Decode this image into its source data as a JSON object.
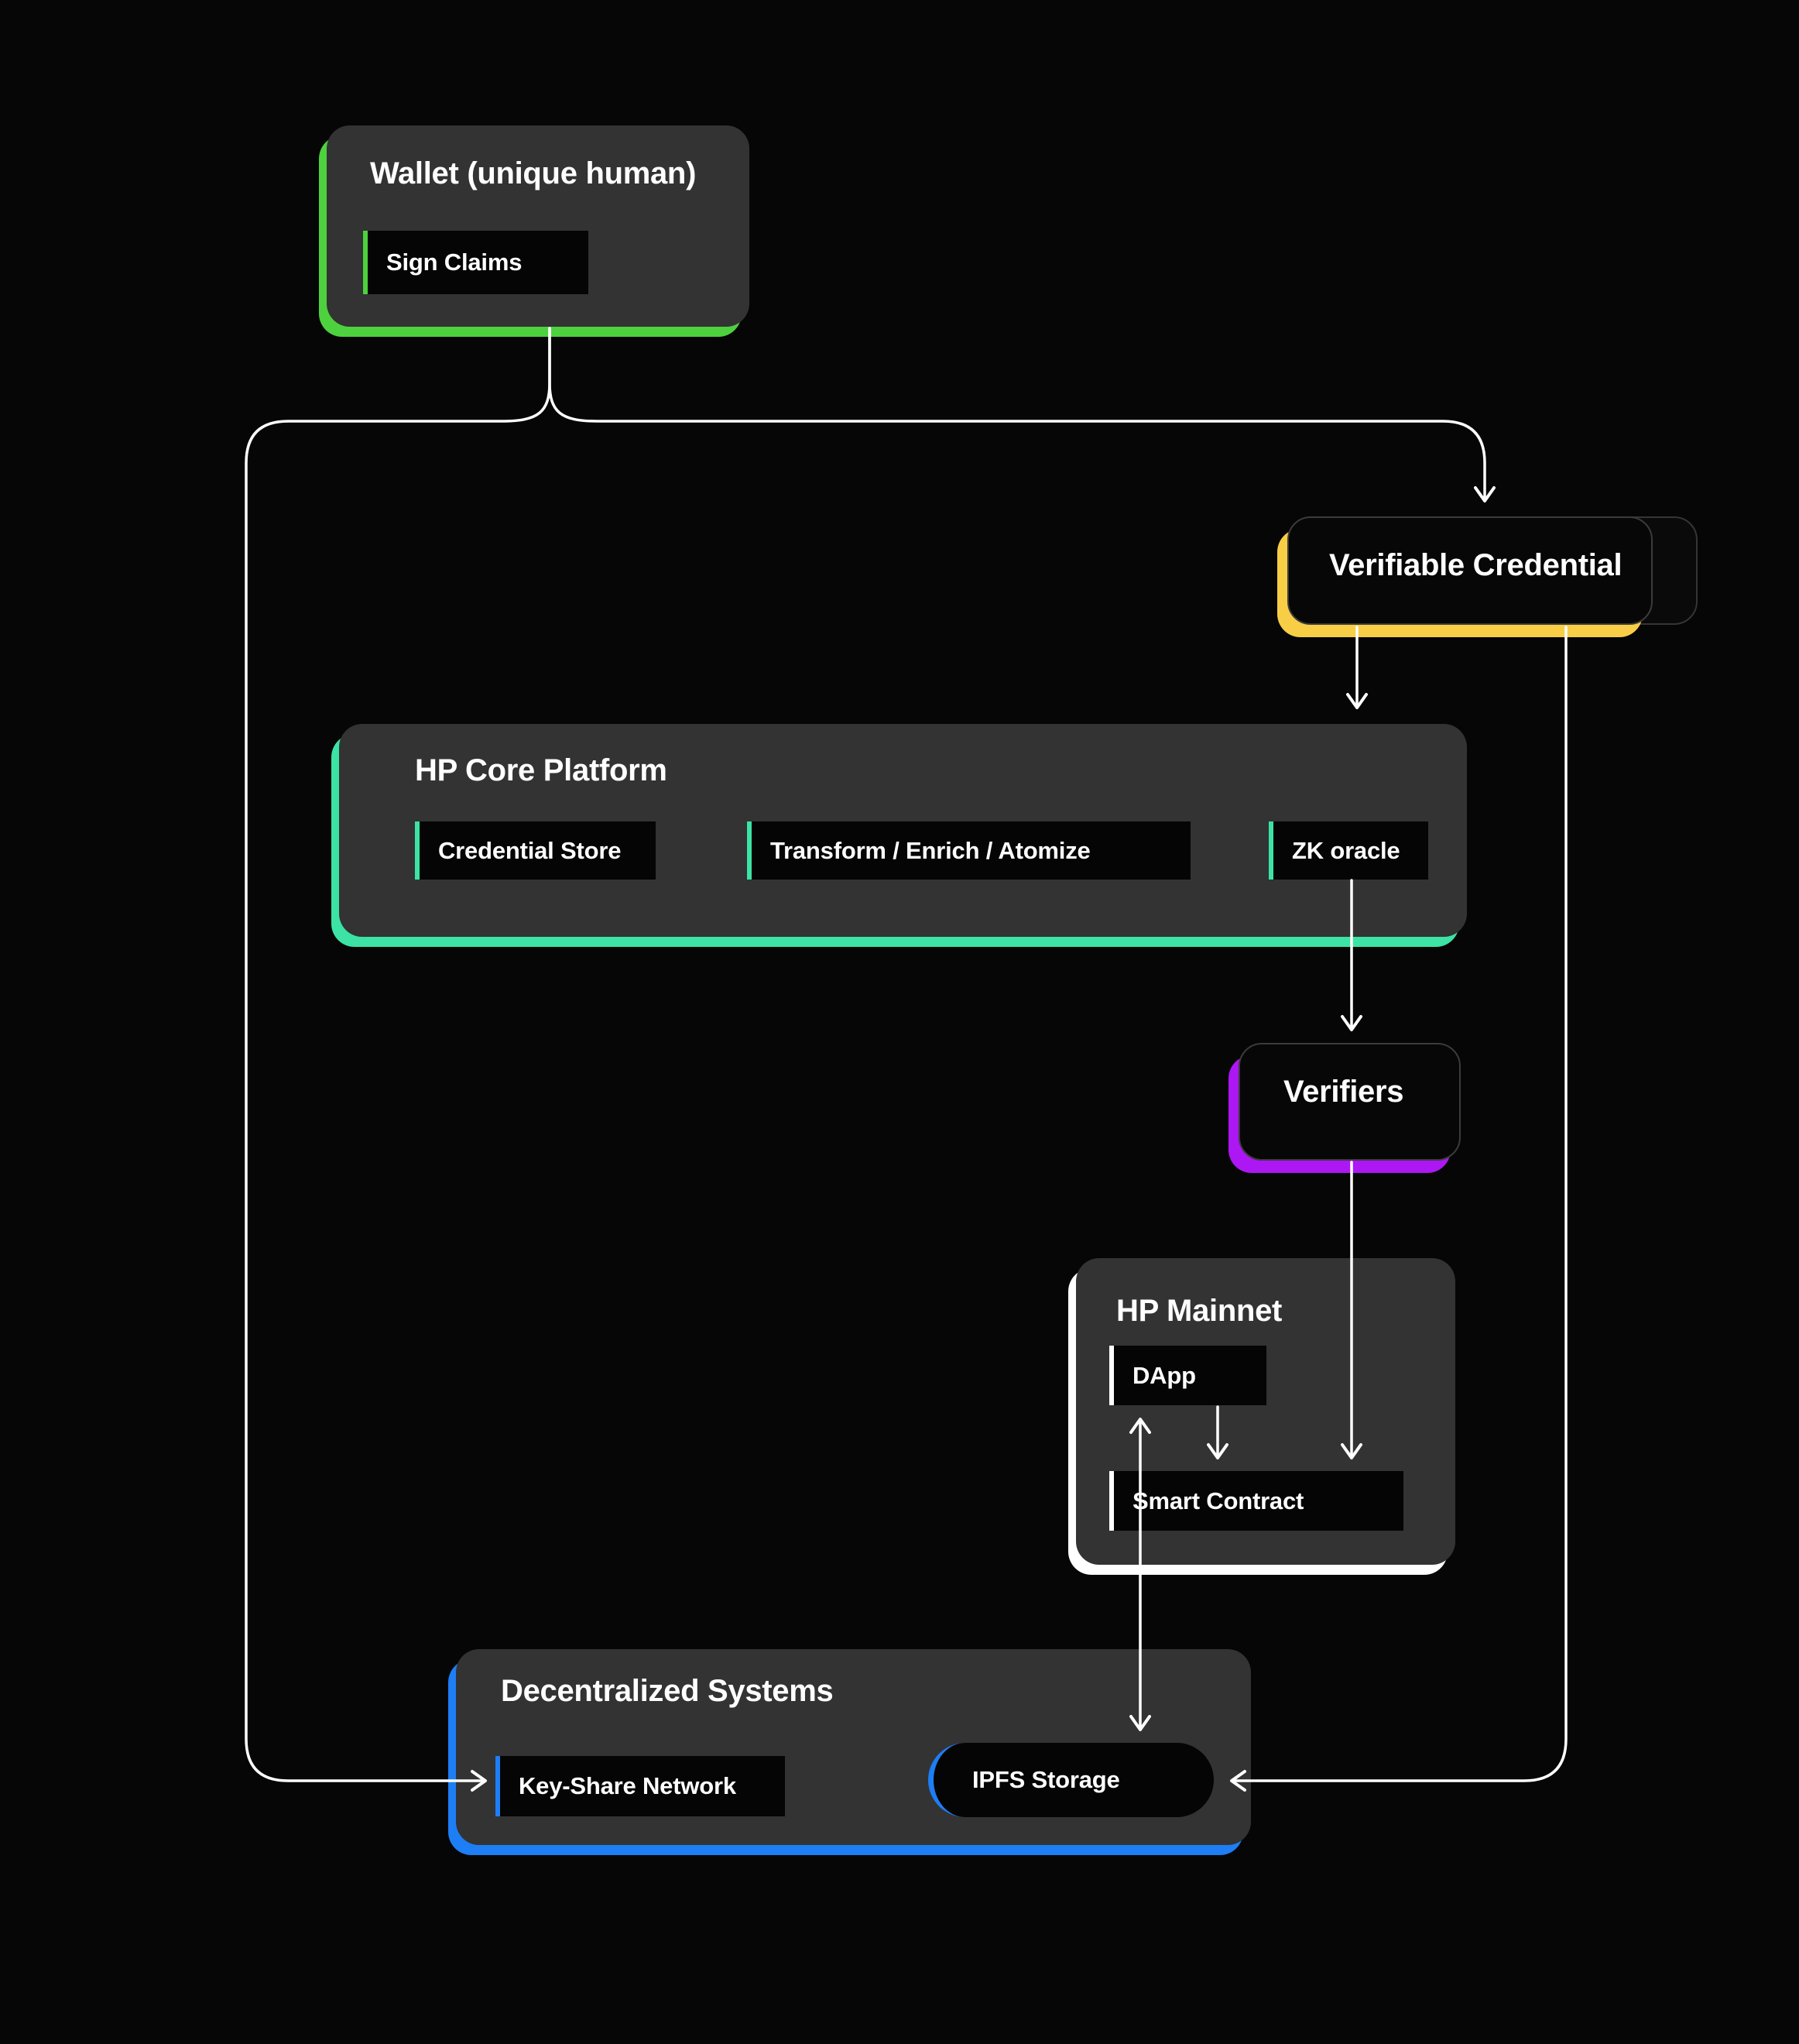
{
  "diagram": {
    "background": "#060606",
    "line_color": "#ffffff",
    "nodes": {
      "wallet": {
        "title": "Wallet (unique human)",
        "accent": "#4ed13e",
        "items": [
          {
            "label": "Sign Claims"
          }
        ]
      },
      "verifiable_credential": {
        "title": "Verifiable Credential",
        "accent": "#f8ce46"
      },
      "hp_core_platform": {
        "title": "HP Core Platform",
        "accent": "#3ce3a4",
        "items": [
          {
            "label": "Credential Store"
          },
          {
            "label": "Transform / Enrich / Atomize"
          },
          {
            "label": "ZK oracle"
          }
        ]
      },
      "verifiers": {
        "title": "Verifiers",
        "accent": "#ad17f4"
      },
      "hp_mainnet": {
        "title": "HP Mainnet",
        "accent": "#ffffff",
        "items": [
          {
            "label": "DApp"
          },
          {
            "label": "Smart Contract"
          }
        ]
      },
      "decentralized_systems": {
        "title": "Decentralized Systems",
        "accent": "#1d7ef5",
        "items": [
          {
            "label": "Key-Share Network"
          },
          {
            "label": "IPFS Storage"
          }
        ]
      }
    },
    "edges": [
      {
        "from": "wallet",
        "to": "verifiable_credential",
        "arrow": "end"
      },
      {
        "from": "wallet",
        "to": "key_share_network",
        "arrow": "end"
      },
      {
        "from": "verifiable_credential",
        "to": "hp_core_platform",
        "arrow": "end"
      },
      {
        "from": "verifiable_credential",
        "to": "ipfs_storage",
        "arrow": "end"
      },
      {
        "from": "zk_oracle",
        "to": "verifiers",
        "arrow": "end"
      },
      {
        "from": "verifiers",
        "to": "smart_contract",
        "arrow": "end"
      },
      {
        "from": "dapp",
        "to": "smart_contract",
        "arrow": "end"
      },
      {
        "from": "dapp",
        "to": "ipfs_storage",
        "arrow": "both"
      }
    ]
  }
}
